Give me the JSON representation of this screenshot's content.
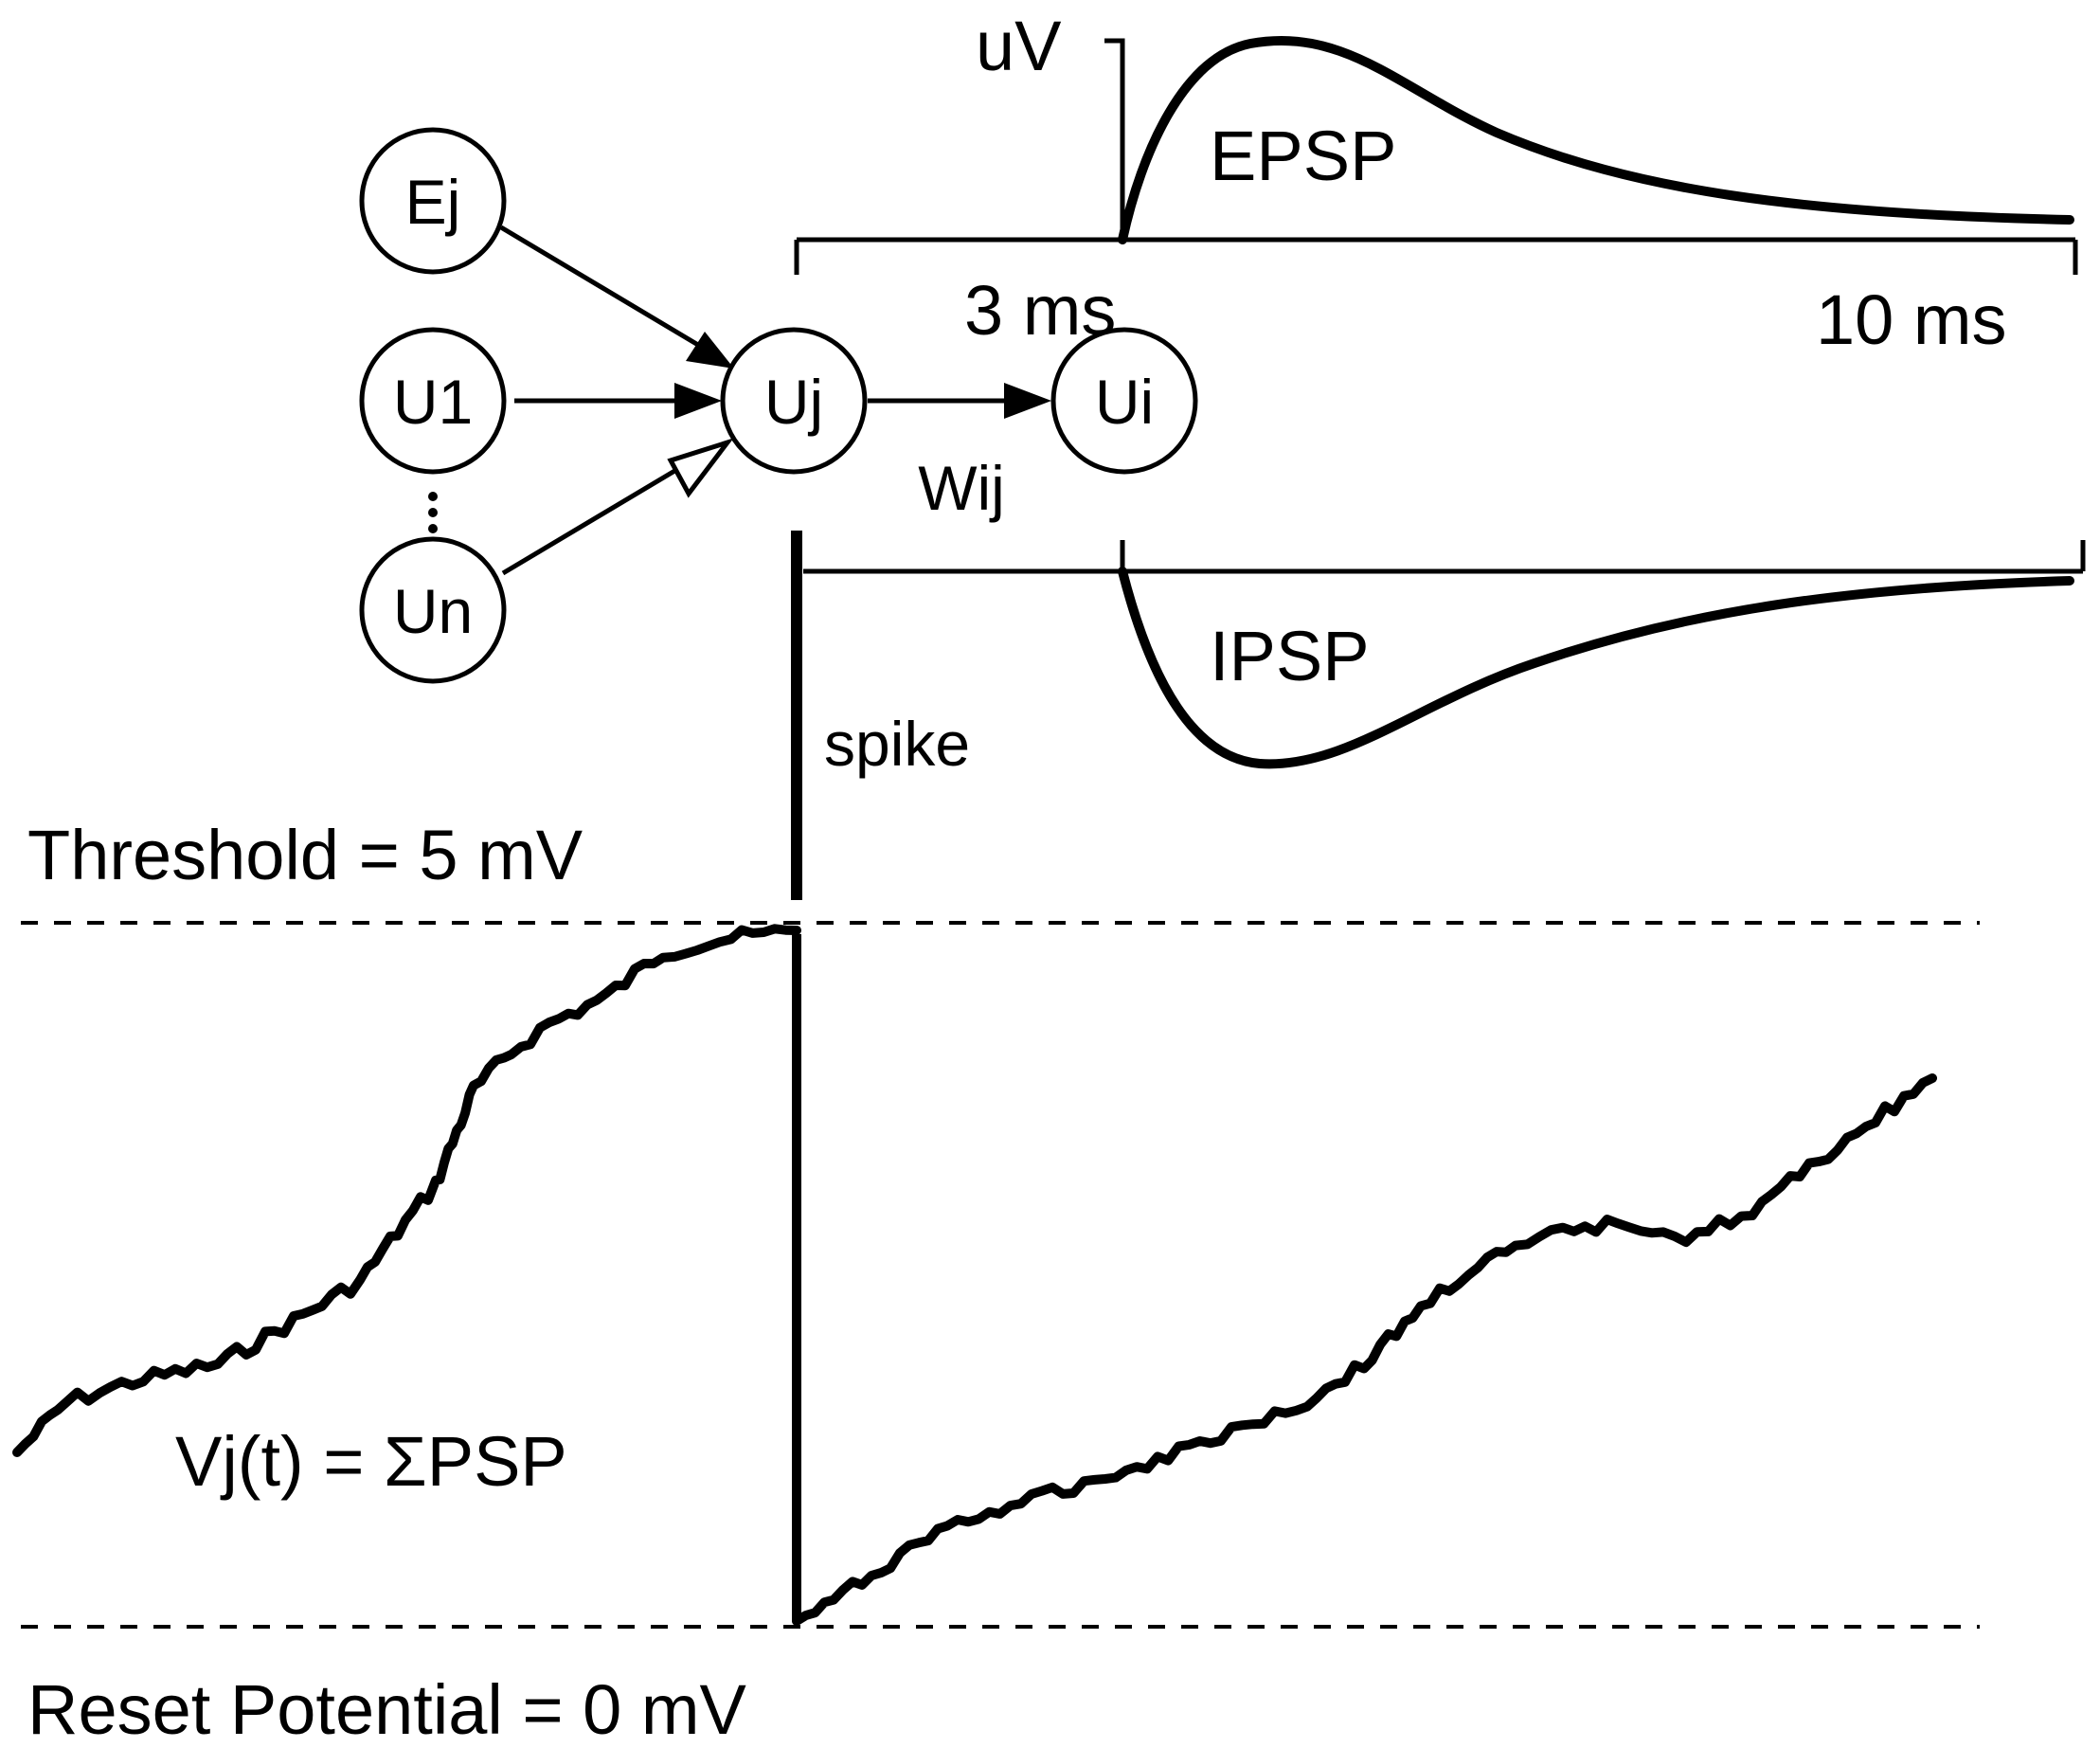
{
  "nodes": {
    "ej": "Ej",
    "u1": "U1",
    "un": "Un",
    "uj": "Uj",
    "ui": "Ui"
  },
  "labels": {
    "weight": "Wij",
    "delay": "3 ms",
    "duration": "10 ms",
    "amplitude_unit": "uV",
    "epsp": "EPSP",
    "ipsp": "IPSP",
    "spike": "spike",
    "threshold": "Threshold = 5 mV",
    "membrane": "Vj(t) = ΣPSP",
    "reset": "Reset Potential = 0 mV"
  },
  "colors": {
    "ink": "#000000",
    "background": "#ffffff"
  }
}
